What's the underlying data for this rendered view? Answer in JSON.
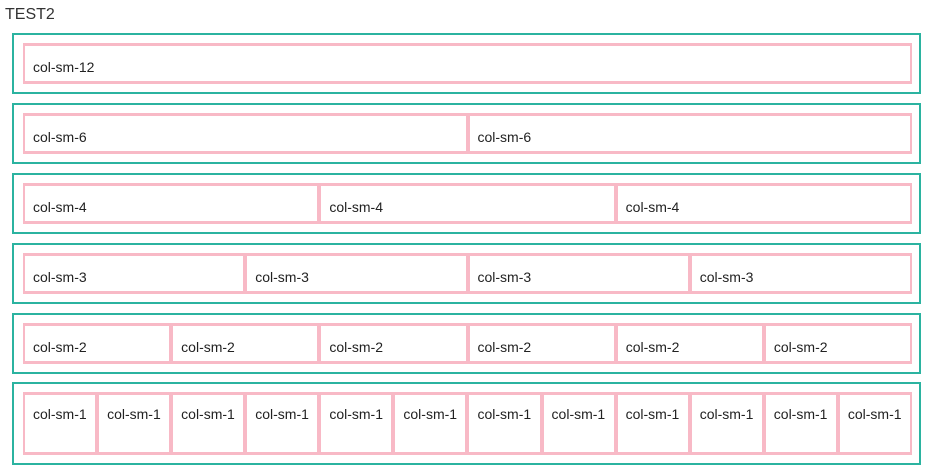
{
  "title": "TEST2",
  "rows": [
    {
      "cells": [
        "col-sm-12"
      ]
    },
    {
      "cells": [
        "col-sm-6",
        "col-sm-6"
      ]
    },
    {
      "cells": [
        "col-sm-4",
        "col-sm-4",
        "col-sm-4"
      ]
    },
    {
      "cells": [
        "col-sm-3",
        "col-sm-3",
        "col-sm-3",
        "col-sm-3"
      ]
    },
    {
      "cells": [
        "col-sm-2",
        "col-sm-2",
        "col-sm-2",
        "col-sm-2",
        "col-sm-2",
        "col-sm-2"
      ]
    },
    {
      "cells": [
        "col-sm-1",
        "col-sm-1",
        "col-sm-1",
        "col-sm-1",
        "col-sm-1",
        "col-sm-1",
        "col-sm-1",
        "col-sm-1",
        "col-sm-1",
        "col-sm-1",
        "col-sm-1",
        "col-sm-1"
      ]
    }
  ],
  "colors": {
    "row_border": "#2bb3a0",
    "cell_border": "#f8b9c6"
  }
}
